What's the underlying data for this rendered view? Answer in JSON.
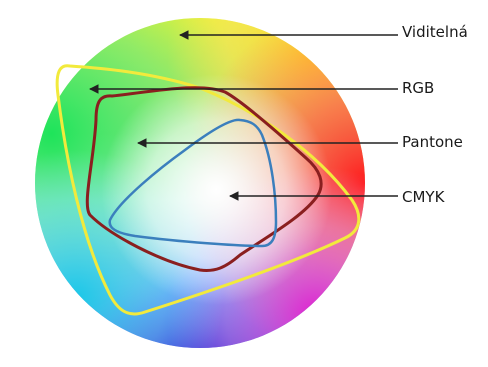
{
  "labels": {
    "visible": "Viditelná",
    "rgb": "RGB",
    "pantone": "Pantone",
    "cmyk": "CMYK"
  },
  "colors": {
    "visible_outline": "#f2ea3c",
    "rgb_outline": "#8a1f1f",
    "pantone_outline": "#3b7fbd",
    "cmyk_outline": "#2a2a2a",
    "pointer": "#222222"
  }
}
